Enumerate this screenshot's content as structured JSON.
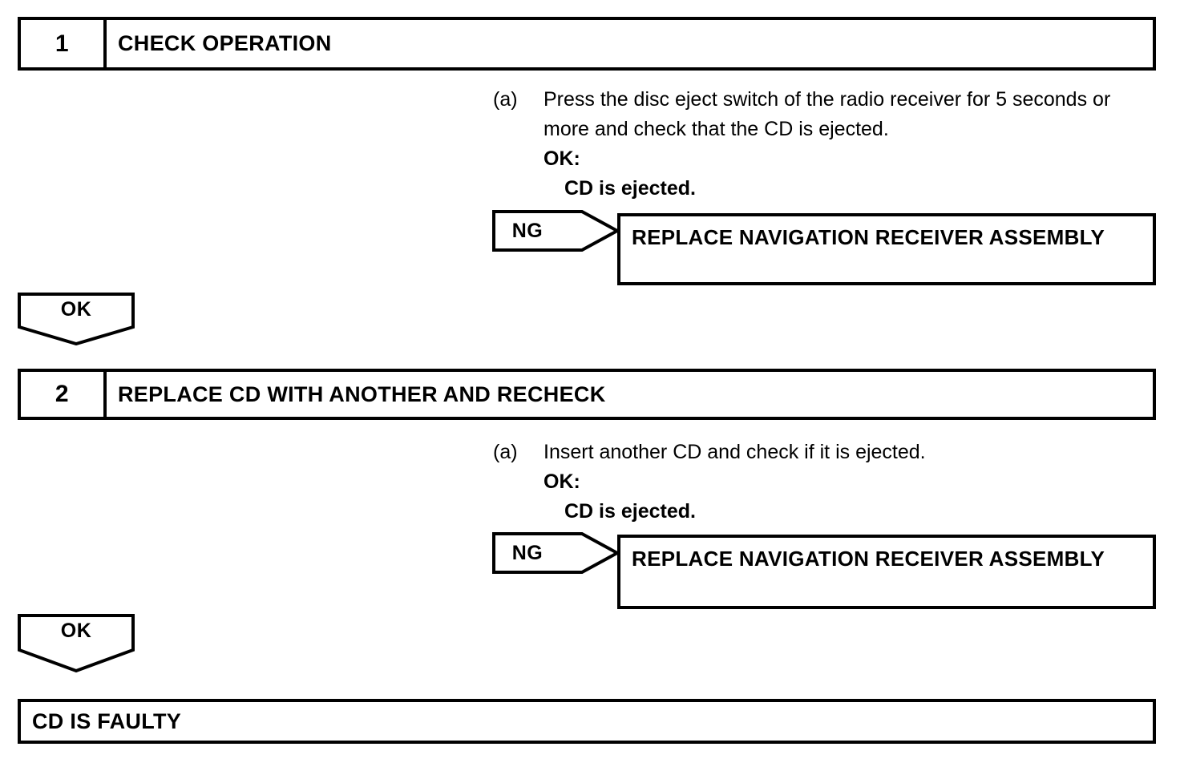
{
  "document": {
    "type": "troubleshooting-flowchart",
    "line_color": "#000000",
    "background_color": "#ffffff"
  },
  "steps": [
    {
      "number": "1",
      "title": "CHECK OPERATION",
      "instruction": {
        "marker": "(a)",
        "text": "Press the disc eject switch of the radio receiver for 5 seconds or more and check that the CD is ejected.",
        "ok_label": "OK:",
        "ok_value": "CD is ejected."
      },
      "ng_branch": {
        "label": "NG",
        "result": "REPLACE NAVIGATION RECEIVER ASSEMBLY"
      },
      "ok_branch": {
        "label": "OK"
      }
    },
    {
      "number": "2",
      "title": "REPLACE CD WITH ANOTHER AND RECHECK",
      "instruction": {
        "marker": "(a)",
        "text": "Insert another CD and check if it is ejected.",
        "ok_label": "OK:",
        "ok_value": "CD is ejected."
      },
      "ng_branch": {
        "label": "NG",
        "result": "REPLACE NAVIGATION RECEIVER ASSEMBLY"
      },
      "ok_branch": {
        "label": "OK"
      }
    }
  ],
  "conclusion": {
    "text": "CD IS FAULTY"
  }
}
